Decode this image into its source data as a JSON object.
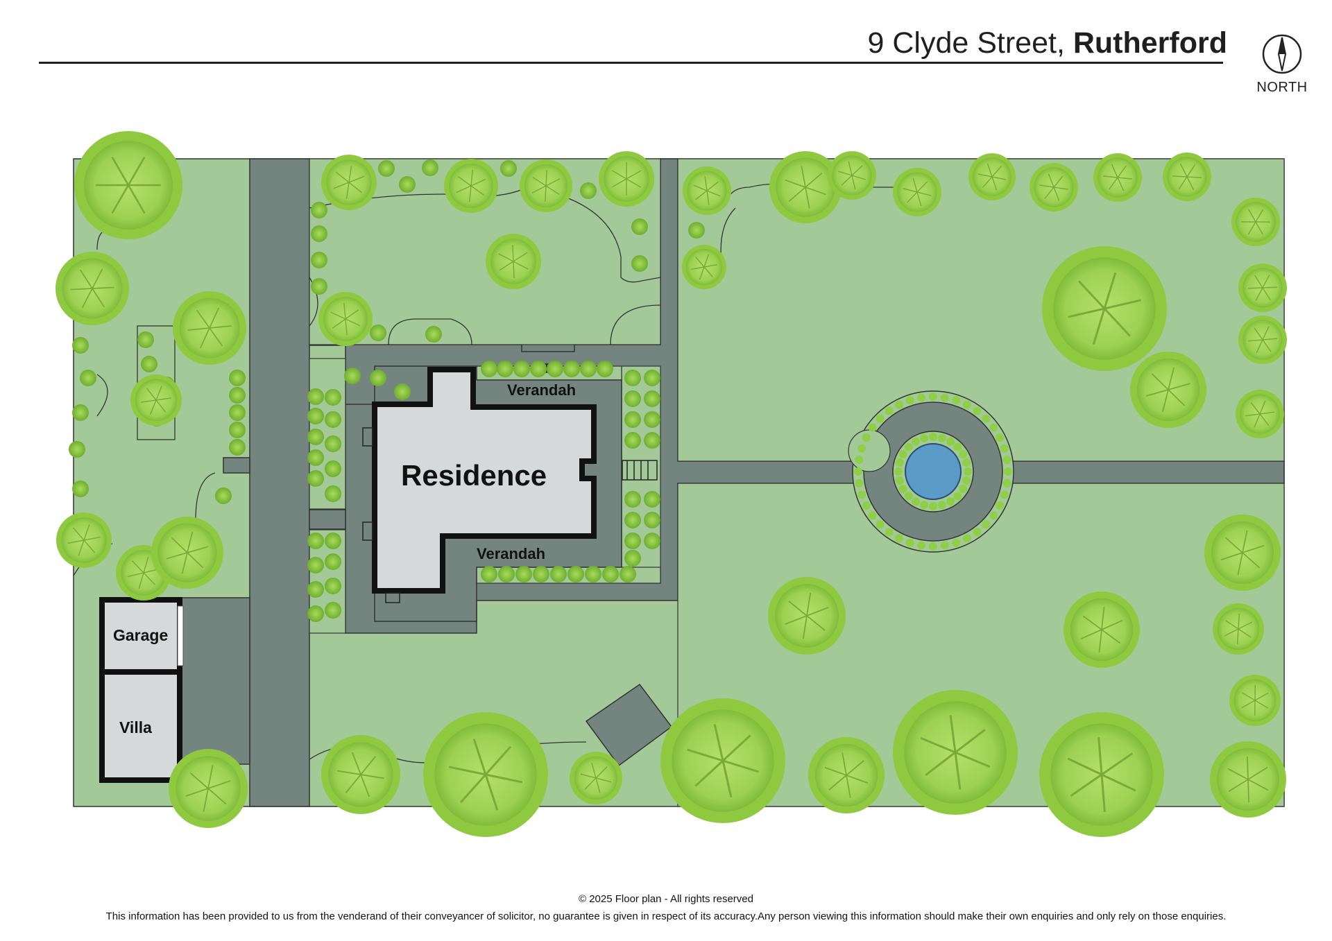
{
  "header": {
    "street": "9 Clyde Street,",
    "suburb": "Rutherford"
  },
  "compass": {
    "label": "NORTH",
    "icon": "compass-needle-icon"
  },
  "labels": {
    "residence": "Residence",
    "verandah_north": "Verandah",
    "verandah_south": "Verandah",
    "garage": "Garage",
    "villa": "Villa"
  },
  "footer": {
    "copyright": "© 2025  Floor plan  - All rights reserved",
    "disclaimer": "This information has been provided to us from the venderand of their conveyancer of solicitor, no guarantee is given in respect of its accuracy.Any person viewing this information should make their own enquiries and only rely on those enquiries."
  },
  "colors": {
    "lawn": "#a3c999",
    "paving": "#74847f",
    "building": "#d6d9da",
    "water": "#5c9ac8",
    "tree_outer": "#8fc93f",
    "tree_inner": "#a6d65a",
    "outline": "#1a1a1a"
  }
}
